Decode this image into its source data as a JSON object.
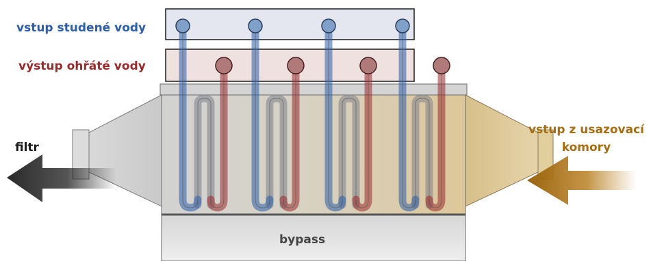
{
  "labels": {
    "cold_inlet": "vstup studené vody",
    "hot_outlet": "výstup ohřáté vody",
    "filter": "filtr",
    "inlet_line1": "vstup z usazovací",
    "inlet_line2": "komory",
    "bypass": "bypass"
  },
  "colors": {
    "cold": "#2b5fa8",
    "hot": "#9b2a2a",
    "inlet": "#a66e10",
    "filter_arrow": "#2a2a2a"
  }
}
